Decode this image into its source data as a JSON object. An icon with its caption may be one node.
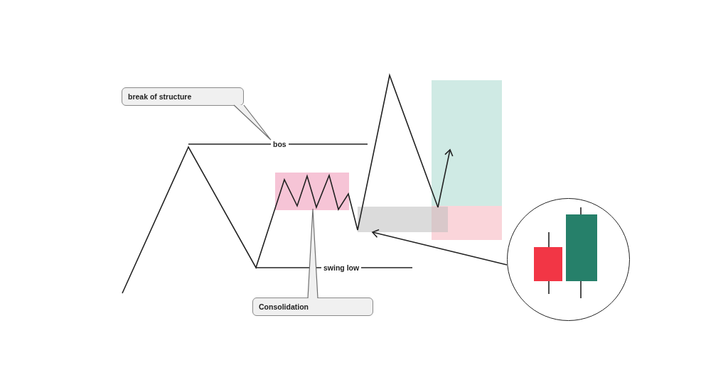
{
  "diagram": {
    "nodes": [
      {
        "text": [
          "break of structure"
        ]
      },
      {
        "text": [
          "bos"
        ]
      },
      {
        "text": [],
        "shape": "box"
      },
      {
        "text": [],
        "shape": "box"
      },
      {
        "text": [],
        "shape": "box"
      },
      {
        "text": [],
        "shape": "box"
      },
      {
        "text": [],
        "shape": "circle"
      },
      {
        "text": [
          "Consolidation"
        ]
      }
    ],
    "edges": [
      {
        "from": 0,
        "to": 1,
        "arrow": "none"
      },
      {
        "from": 7,
        "to": 3,
        "arrow": "none"
      },
      {
        "from": 6,
        "to": 4,
        "arrow": "to",
        "color": "#222222"
      }
    ],
    "labels": [
      "swing low"
    ]
  }
}
